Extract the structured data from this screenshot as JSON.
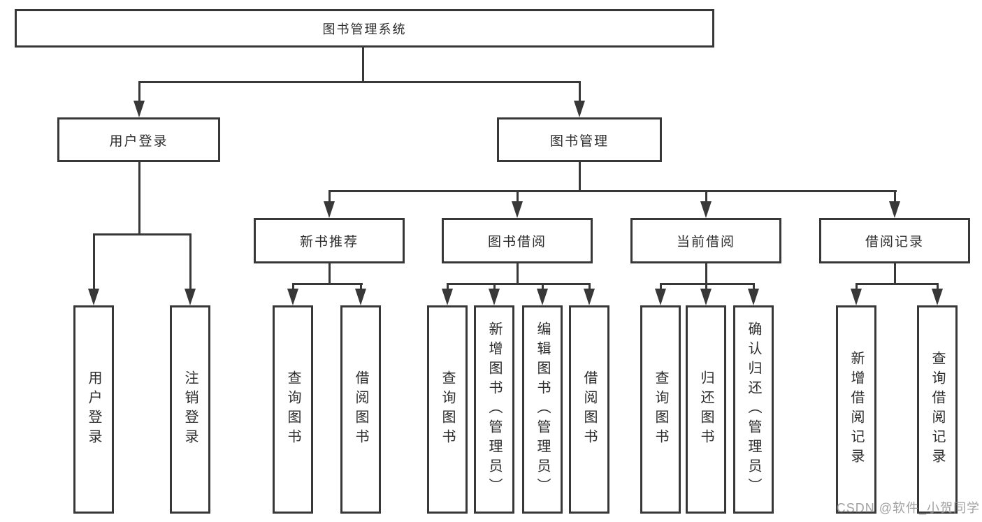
{
  "diagram": {
    "root": {
      "label": "图书管理系统"
    },
    "branches": [
      {
        "label": "用户登录",
        "leaves": [
          {
            "label": "用户登录"
          },
          {
            "label": "注销登录"
          }
        ]
      },
      {
        "label": "图书管理",
        "groups": [
          {
            "label": "新书推荐",
            "leaves": [
              {
                "label": "查询图书"
              },
              {
                "label": "借阅图书"
              }
            ]
          },
          {
            "label": "图书借阅",
            "leaves": [
              {
                "label": "查询图书"
              },
              {
                "label": "新增图书（管理员）"
              },
              {
                "label": "编辑图书（管理员）"
              },
              {
                "label": "借阅图书"
              }
            ]
          },
          {
            "label": "当前借阅",
            "leaves": [
              {
                "label": "查询图书"
              },
              {
                "label": "归还图书"
              },
              {
                "label": "确认归还（管理员）"
              }
            ]
          },
          {
            "label": "借阅记录",
            "leaves": [
              {
                "label": "新增借阅记录"
              },
              {
                "label": "查询借阅记录"
              }
            ]
          }
        ]
      }
    ],
    "watermark": "CSDN @软件_小贺同学"
  },
  "colors": {
    "line": "#383838",
    "text": "#2d2d2d",
    "background": "#ffffff",
    "watermark": "#919191"
  }
}
